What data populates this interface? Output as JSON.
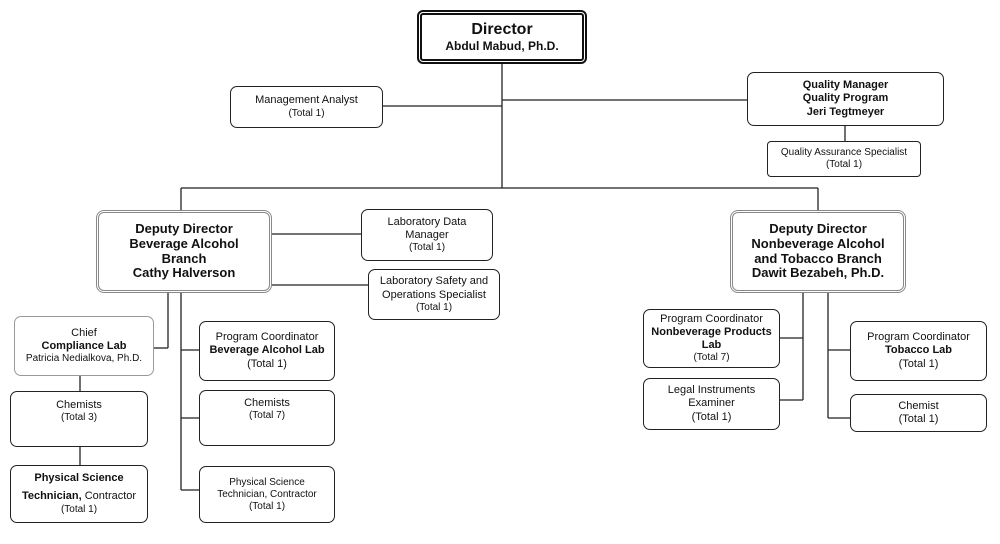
{
  "director": {
    "title": "Director",
    "name": "Abdul Mabud, Ph.D."
  },
  "management_analyst": {
    "title": "Management Analyst",
    "total": "(Total 1)"
  },
  "quality_manager": {
    "line1": "Quality Manager",
    "line2": "Quality Program",
    "line3": "Jeri Tegtmeyer"
  },
  "qa_specialist": {
    "title": "Quality Assurance Specialist",
    "total": "(Total 1)"
  },
  "deputy_beverage": {
    "line1": "Deputy Director",
    "line2": "Beverage Alcohol",
    "line3": "Branch",
    "line4": "Cathy Halverson"
  },
  "lab_data_manager": {
    "line1": "Laboratory Data",
    "line2": "Manager",
    "total": "(Total 1)"
  },
  "lab_safety": {
    "line1": "Laboratory Safety and",
    "line2": "Operations Specialist",
    "total": "(Total 1)"
  },
  "chief_compliance": {
    "line1": "Chief",
    "line2": "Compliance Lab",
    "line3": "Patricia Nedialkova, Ph.D."
  },
  "chemists_3": {
    "title": "Chemists",
    "total": "(Total 3)"
  },
  "pst_left": {
    "line1": "Physical Science",
    "line2a": "Technician, ",
    "line2b": "Contractor",
    "total": "(Total 1)"
  },
  "pc_beverage": {
    "line1": "Program Coordinator",
    "line2": "Beverage Alcohol Lab",
    "total": "(Total 1)"
  },
  "chemists_7": {
    "title": "Chemists",
    "total": "(Total 7)"
  },
  "pst_mid": {
    "line1": "Physical Science",
    "line2": "Technician, Contractor",
    "total": "(Total 1)"
  },
  "deputy_nonbev": {
    "line1": "Deputy Director",
    "line2": "Nonbeverage Alcohol",
    "line3": "and Tobacco Branch",
    "line4": "Dawit Bezabeh, Ph.D."
  },
  "pc_nonbev": {
    "line1": "Program Coordinator",
    "line2": "Nonbeverage Products",
    "line3": "Lab",
    "total": "(Total 7)"
  },
  "legal_examiner": {
    "line1": "Legal Instruments",
    "line2": "Examiner",
    "total": "(Total 1)"
  },
  "pc_tobacco": {
    "line1": "Program Coordinator",
    "line2": "Tobacco Lab",
    "total": "(Total 1)"
  },
  "chemist_tobacco": {
    "title": "Chemist",
    "total": "(Total 1)"
  }
}
